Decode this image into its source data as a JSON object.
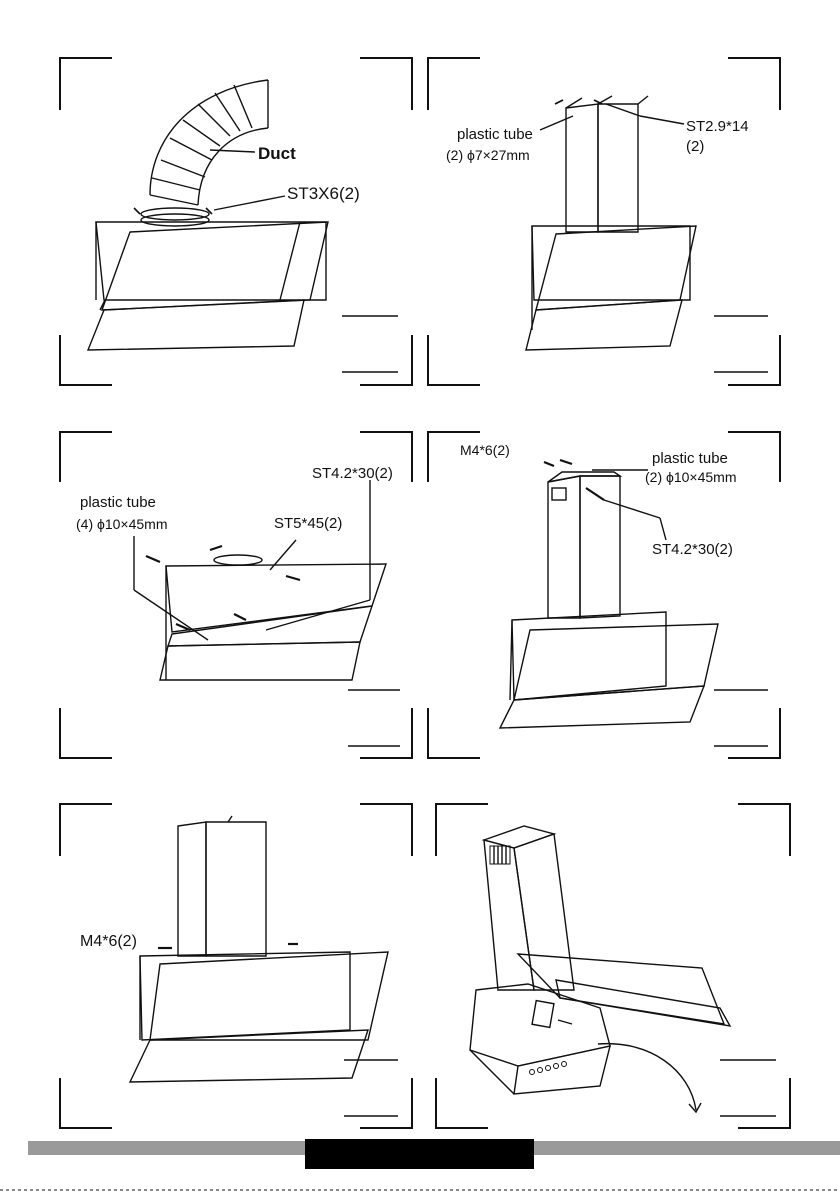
{
  "page": {
    "background": "#ffffff",
    "line_color": "#111111",
    "footer_bar_color": "#9a9a9a",
    "footer_tab_color": "#000000"
  },
  "panels": [
    {
      "id": "step-1",
      "labels": {
        "duct": "Duct",
        "screw": "ST3X6(2)"
      }
    },
    {
      "id": "step-2",
      "labels": {
        "tube_title": "plastic tube",
        "tube_spec": "(2) ϕ7×27mm",
        "screw": "ST2.9*14",
        "screw_qty": "(2)"
      }
    },
    {
      "id": "step-3",
      "labels": {
        "screw_top": "ST4.2*30(2)",
        "tube_title": "plastic tube",
        "tube_spec": "(4) ϕ10×45mm",
        "screw_mid": "ST5*45(2)"
      }
    },
    {
      "id": "step-4",
      "labels": {
        "bolt": "M4*6(2)",
        "tube_title": "plastic tube",
        "tube_spec": "(2) ϕ10×45mm",
        "screw": "ST4.2*30(2)"
      }
    },
    {
      "id": "step-5",
      "labels": {
        "bolt": "M4*6(2)"
      }
    },
    {
      "id": "step-6",
      "labels": {}
    }
  ]
}
